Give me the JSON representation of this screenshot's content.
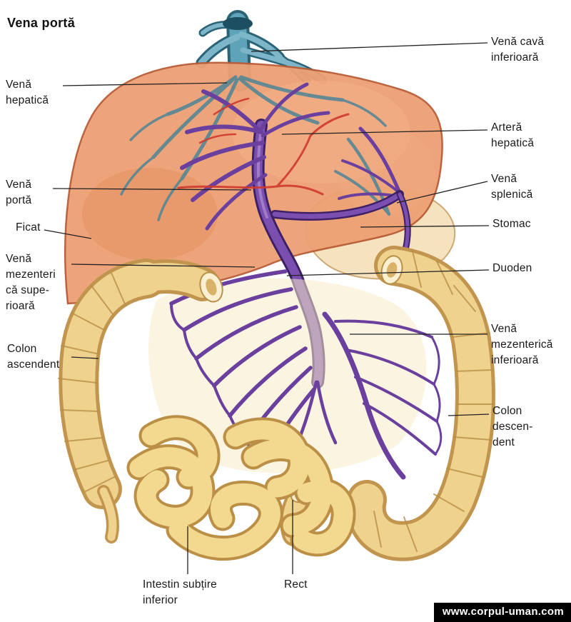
{
  "title": "Vena portă",
  "labels": {
    "vena_hepatica": "Venă\nhepatică",
    "vena_porta": "Venă\nportă",
    "ficat": "Ficat",
    "vena_mezenterica_superioara": "Venă\nmezenteri\ncă supe-\nrioară",
    "colon_ascendent": "Colon\nascendent",
    "vena_cava_inferioara": "Venă cavă\ninferioară",
    "artera_hepatica": "Arteră\nhepatică",
    "vena_splenica": "Venă\nsplenică",
    "stomac": "Stomac",
    "duoden": "Duoden",
    "vena_mezenterica_inferioara": "Venă\nmezenterică\ninferioară",
    "colon_descendent": "Colon\ndescen-\ndent",
    "intestin_subtire_inferior": "Intestin subțire\ninferior",
    "rect": "Rect"
  },
  "watermark": "www.corpul-uman.com",
  "colors": {
    "liver": "#eda073",
    "portal_vein": "#7a4fb0",
    "hepatic_vein": "#4d8598",
    "hepatic_artery": "#cf3a2e",
    "vena_cava": "#5fa3b8",
    "colon": "#efd28e",
    "small_intestine": "#f2d98f",
    "stomach": "#f5dfb8",
    "leader_line": "#222222",
    "watermark_bg": "#000000"
  }
}
